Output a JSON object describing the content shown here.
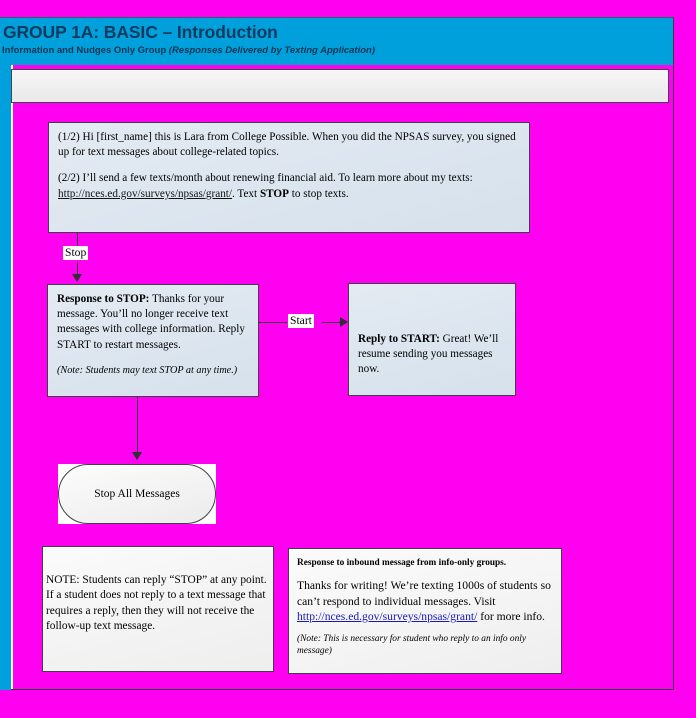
{
  "header": {
    "title": "GROUP 1A: BASIC – Introduction",
    "subtitle_main": "Information and Nudges Only Group",
    "subtitle_paren": "(Responses Delivered by Texting Application)",
    "bar_color": "#00A0DC",
    "title_color": "#103A5E"
  },
  "canvas": {
    "background_color": "#FF00F0",
    "box_fill_color": "#DEE7F0",
    "box_border_color": "#3F3F49"
  },
  "content_band": {
    "text": ""
  },
  "intro_box": {
    "name": "intro-message-box",
    "part1": "(1/2) Hi [first_name] this is Lara from College Possible. When you did the NPSAS survey, you signed up for text messages about college-related topics.",
    "part2_before_link": "(2/2) I’ll send a few texts/month about renewing financial aid. To learn more about my texts: ",
    "part2_link": "http://nces.ed.gov/surveys/npsas/grant/",
    "part2_after_link_pre": ". Text ",
    "part2_bold": "STOP",
    "part2_after_link_post": " to stop texts."
  },
  "stop_box": {
    "name": "response-to-stop-box",
    "label_bold": "Response to STOP:",
    "body": " Thanks for your message. You’ll no longer receive text messages with college information. Reply START to restart messages.",
    "note": "(Note: Students may text STOP at any time.)"
  },
  "start_box": {
    "name": "reply-to-start-box",
    "label_bold": "Reply to START:",
    "body": " Great! We’ll resume sending you messages now."
  },
  "stop_all_box": {
    "name": "stop-all-messages-terminator",
    "label": "Stop All Messages"
  },
  "note_box": {
    "name": "note-box",
    "text": "NOTE:   Students can reply “STOP” at any point. If a student does not reply to a text message that requires a reply, then they will not receive the follow-up text message."
  },
  "inbound_box": {
    "name": "inbound-response-box",
    "heading": "Response to inbound message from info-only groups.",
    "body_before_link": "Thanks for writing! We’re texting 1000s of students so can’t respond to individual messages. Visit ",
    "body_link": "http://nces.ed.gov/surveys/npsas/grant/",
    "body_after_link": " for more info.",
    "note": "(Note: This is necessary for student who reply to an info only message)"
  },
  "edges": {
    "stop_label": "Stop",
    "start_label": "Start"
  }
}
